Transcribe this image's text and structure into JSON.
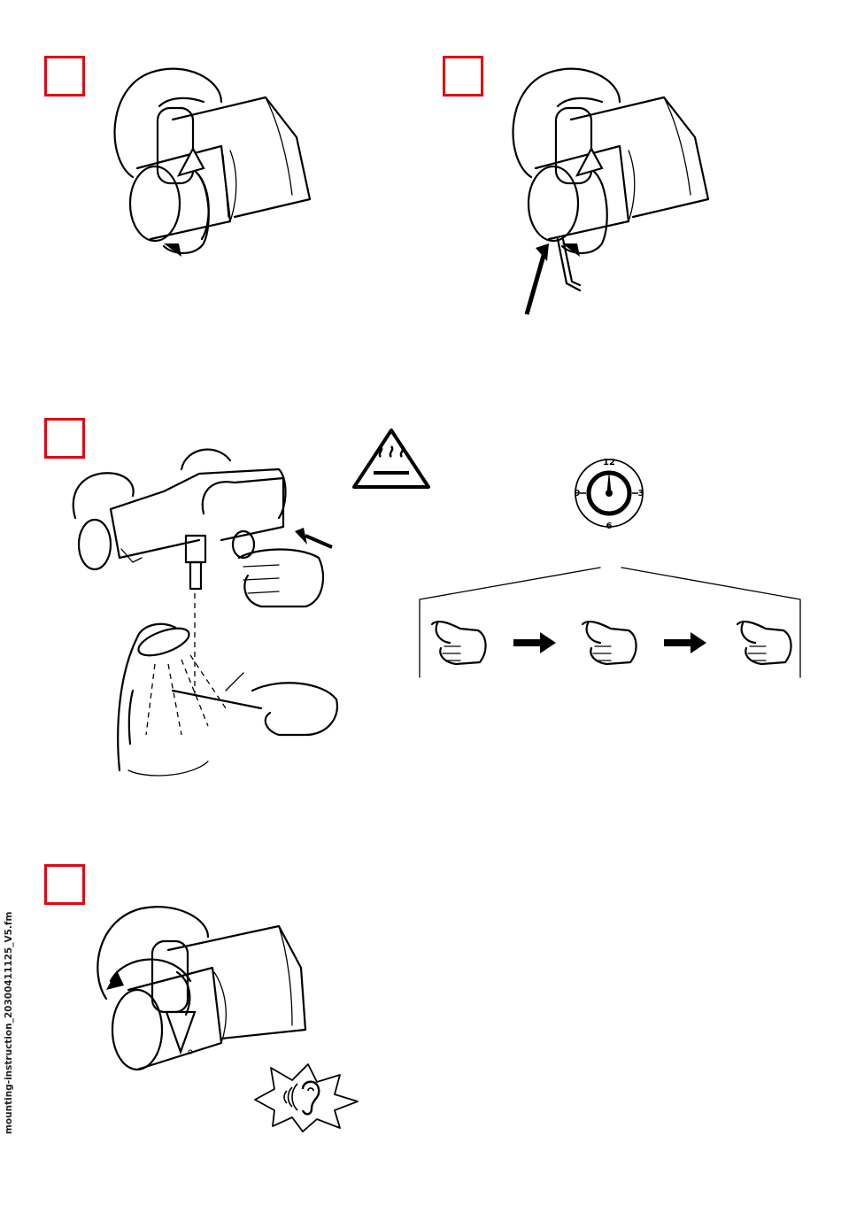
{
  "footer": {
    "filename": "mounting-instruction_20300411125_V5.fm"
  },
  "clock": {
    "n12": "12",
    "n3": "3",
    "n6": "6",
    "n9": "9"
  },
  "icons": {
    "warning": "hot-surface-warning-icon",
    "hearing": "ear-click-icon"
  },
  "colors": {
    "step_box": "#e30613",
    "line": "#000000"
  }
}
